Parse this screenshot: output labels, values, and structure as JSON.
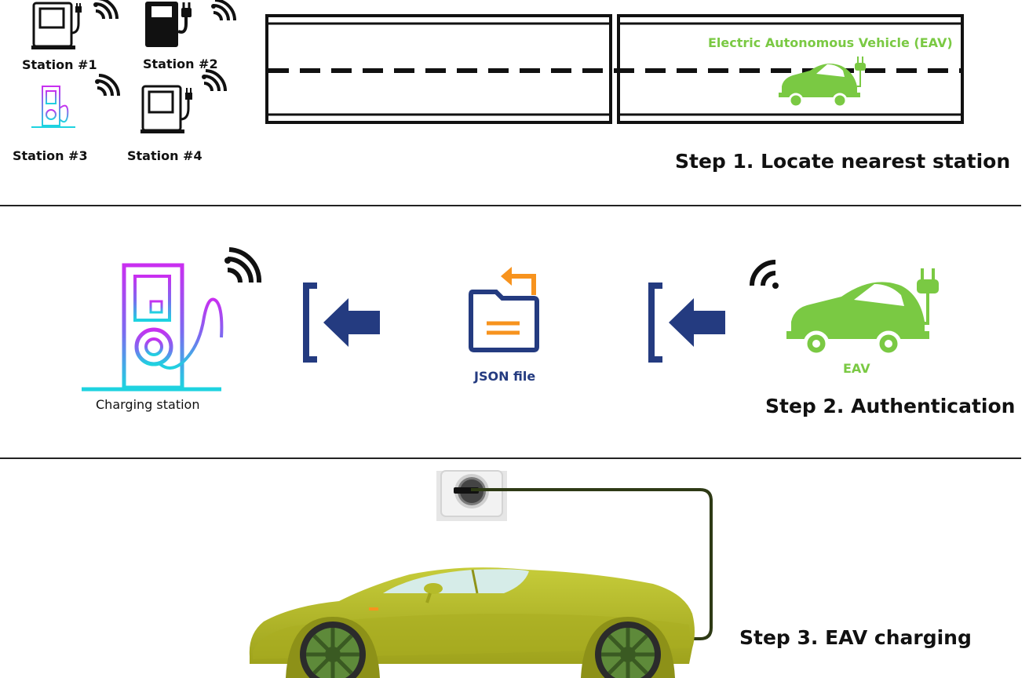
{
  "step1": {
    "stations": [
      "Station #1",
      "Station #2",
      "Station #3",
      "Station #4"
    ],
    "vehicle_label": "Electric Autonomous Vehicle (EAV)",
    "title": "Step 1. Locate nearest station"
  },
  "step2": {
    "charging_station_label": "Charging station",
    "file_label": "JSON file",
    "vehicle_label": "EAV",
    "title": "Step 2. Authentication"
  },
  "step3": {
    "title": "Step 3. EAV charging"
  },
  "colors": {
    "eav_green": "#7ac943",
    "file_orange": "#f7931e",
    "arrow_navy": "#243b80",
    "car_yellow_green": "#b3b82a",
    "station_gradient_start": "#c92ff0",
    "station_gradient_end": "#1ed3e0"
  }
}
